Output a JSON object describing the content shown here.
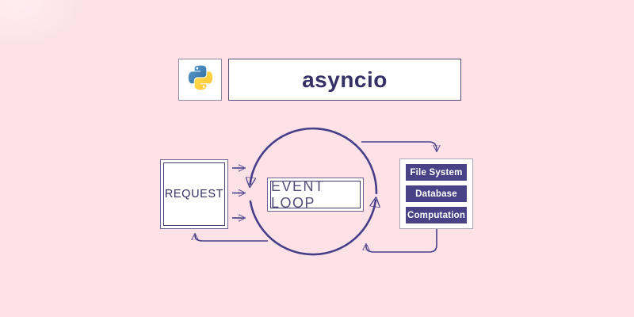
{
  "header": {
    "python_icon": "python-logo",
    "title": "asyncio"
  },
  "diagram": {
    "request": {
      "label": "REQUEST"
    },
    "event_loop": {
      "label": "EVENT LOOP"
    },
    "tasks": [
      "File System",
      "Database",
      "Computation"
    ],
    "flows": [
      "request-to-event-loop",
      "event-loop-to-tasks",
      "tasks-to-event-loop",
      "event-loop-to-request"
    ]
  },
  "colors": {
    "background_pink": "#fce1e7",
    "stroke_indigo": "#473e8a",
    "title_navy": "#353066",
    "task_box_purple": "#494287",
    "box_white": "#ffffff",
    "python_blue": "#3771a2",
    "python_yellow": "#ffd43e"
  }
}
